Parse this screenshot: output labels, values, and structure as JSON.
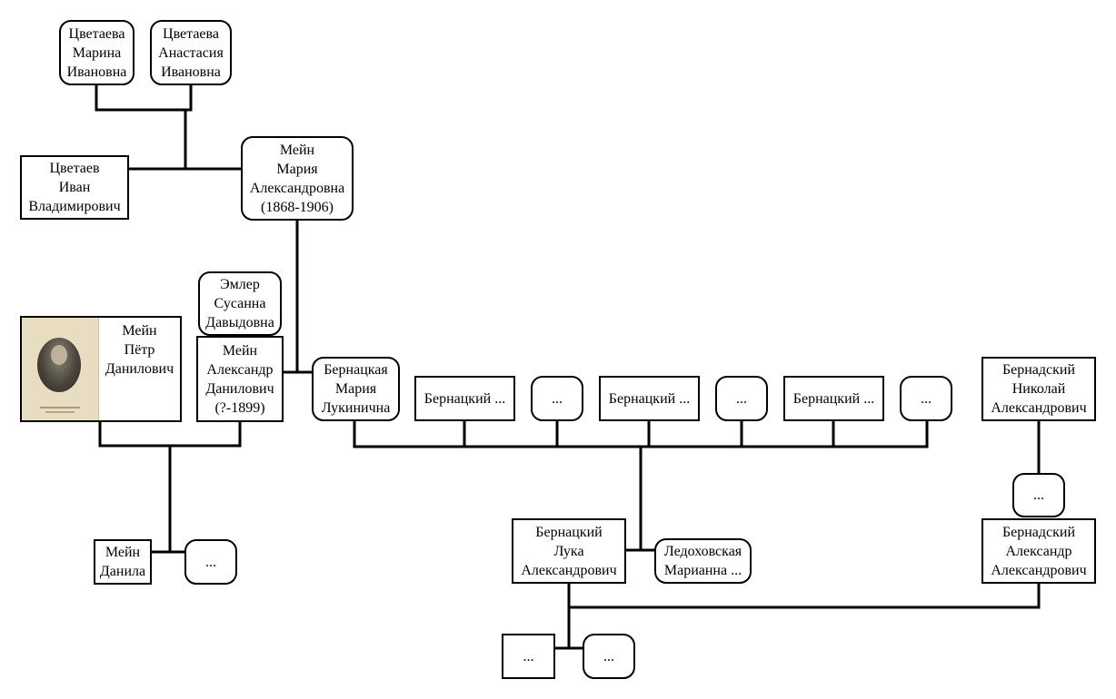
{
  "people": {
    "tsvetaeva_marina": "Цветаева\nМарина\nИвановна",
    "tsvetaeva_anastasia": "Цветаева\nАнастасия\nИвановна",
    "tsvetaev_ivan": "Цветаев\nИван\nВладимирович",
    "mein_maria": "Мейн\nМария\nАлександровна\n(1868-1906)",
    "emler_susanna": "Эмлер\nСусанна\nДавыдовна",
    "mein_petr": "Мейн\nПётр\nДанилович",
    "mein_alexandr": "Мейн\nАлександр\nДанилович\n(?-1899)",
    "bernatskaya_maria": "Бернацкая\nМария\nЛукинична",
    "bernatsky_1": "Бернацкий ...",
    "unknown_1": "...",
    "bernatsky_2": "Бернацкий ...",
    "unknown_2": "...",
    "bernatsky_3": "Бернацкий ...",
    "unknown_3": "...",
    "bernadsky_nikolai": "Бернадский\nНиколай\nАлександрович",
    "unknown_4": "...",
    "mein_danila": "Мейн\nДанила",
    "unknown_5": "...",
    "bernatsky_luka": "Бернацкий\nЛука\nАлександрович",
    "ledokhovskaya": "Ледоховская\nМарианна ...",
    "bernadsky_alexandr": "Бернадский\nАлександр\nАлександрович",
    "unknown_6": "...",
    "unknown_7": "..."
  }
}
